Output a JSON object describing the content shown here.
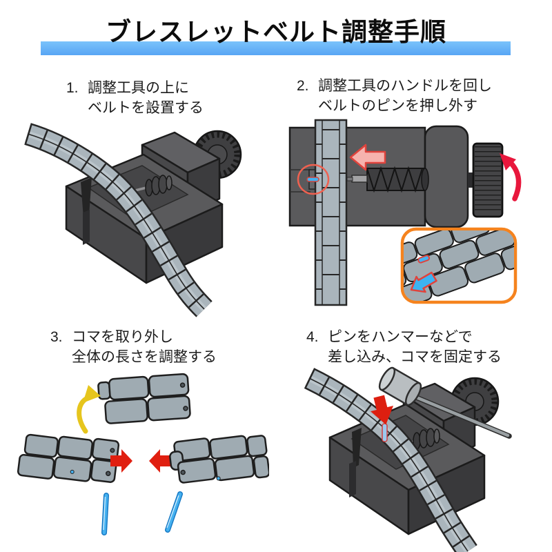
{
  "title": "ブレスレットベルト調整手順",
  "steps": [
    {
      "number": "1.",
      "lines": [
        "調整工具の上に",
        "ベルトを設置する"
      ]
    },
    {
      "number": "2.",
      "lines": [
        "調整工具のハンドルを回し",
        "ベルトのピンを押し外す"
      ]
    },
    {
      "number": "3.",
      "lines": [
        "コマを取り外し",
        "全体の長さを調整する"
      ]
    },
    {
      "number": "4.",
      "lines": [
        "ピンをハンマーなどで",
        "差し込み、コマを固定する"
      ]
    }
  ],
  "palette": {
    "title_bar_top": "#7ac3fb",
    "title_bar_bottom": "#58a5f4",
    "tool_body": "#5a5a5c",
    "tool_top": "#606063",
    "tool_side_dark": "#3c3c3e",
    "tool_front": "#48484a",
    "outline": "#1b1b1b",
    "band_fill": "#aab5bc",
    "band_stripe": "#c2ccd1",
    "band_outline": "#262626",
    "inset_link": "#9fabb2",
    "inset_border": "#f5831e",
    "red_arrow": "#e01f10",
    "crimson_arrow": "#e8173c",
    "pink_arrow_fill": "#f6b3ae",
    "pink_arrow_stroke": "#e0433c",
    "yellow_arrow": "#e6c51d",
    "blue_pin": "#45b1f0",
    "blue_pin_dark": "#1779c4",
    "hammer_gray": "#b9bec1"
  },
  "icons": {
    "step2_push_arrow": "left-block-arrow",
    "step2_rotate_arrow": "curved-up-arrow",
    "step2_pin_out_arrow": "down-left-block-arrow",
    "step3_remove_arrow": "curved-yellow-arrow",
    "step3_join_arrows": "red-facing-arrows",
    "step4_hammer": "hammer",
    "step4_insert_arrow": "red-down-arrow"
  }
}
